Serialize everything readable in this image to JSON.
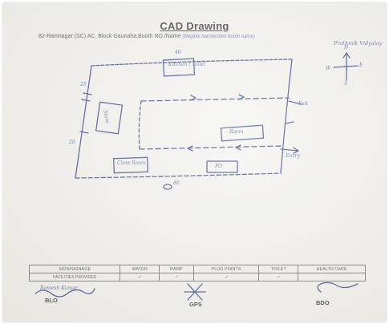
{
  "document": {
    "title": "CAD Drawing",
    "subtitle_prefix": "82-Ramnagar (SC) AC, Block Gaunaha,Booth NO./Name",
    "subtitle_handwritten": "(Illegible handwritten booth name)",
    "subtitle_line2": "Prathmik Vidyalay"
  },
  "compass": {
    "north": "N",
    "west": "W",
    "east": "E",
    "south": "S"
  },
  "plan": {
    "top_room": "Kitchen / Toilet",
    "left_room": "Store",
    "right_room": "Room",
    "bottom_left_room": "Class Room",
    "bottom_right_room": "PO",
    "top_marker": "40",
    "bottom_marker": "80",
    "left_marker_top": "25",
    "left_marker_bottom": "20",
    "entry_label": "Entry",
    "exit_label": "Exit"
  },
  "facility_table": {
    "headers": [
      "SIGN/SIGNAGE",
      "WATER",
      "RAMP",
      "PLUG POINTS",
      "TOILET",
      "HEALTH CARE"
    ],
    "row2_label": "FACILITIES PROVIDED",
    "ticks": [
      "✓",
      "✓",
      "✓",
      "✓",
      ""
    ]
  },
  "signatures": {
    "blo_sign": "Ramesh Kumar",
    "blo": "BLO",
    "gps": "GPS",
    "bdo": "BDO"
  }
}
